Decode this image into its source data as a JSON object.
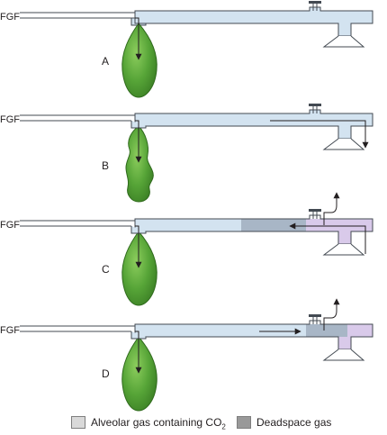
{
  "source_label": "FGF",
  "panels": [
    {
      "label": "A"
    },
    {
      "label": "B"
    },
    {
      "label": "C"
    },
    {
      "label": "D"
    }
  ],
  "legend": {
    "alveolar_label": "Alveolar gas containing CO",
    "alveolar_subscript": "2",
    "deadspace_label": "Deadspace gas"
  },
  "colors": {
    "fresh_gas": "#d3e3f0",
    "alveolar_gas": "#d9caea",
    "deadspace_gas": "#a8b6c6",
    "bag": "#4f9a33",
    "outline": "#434a52"
  }
}
